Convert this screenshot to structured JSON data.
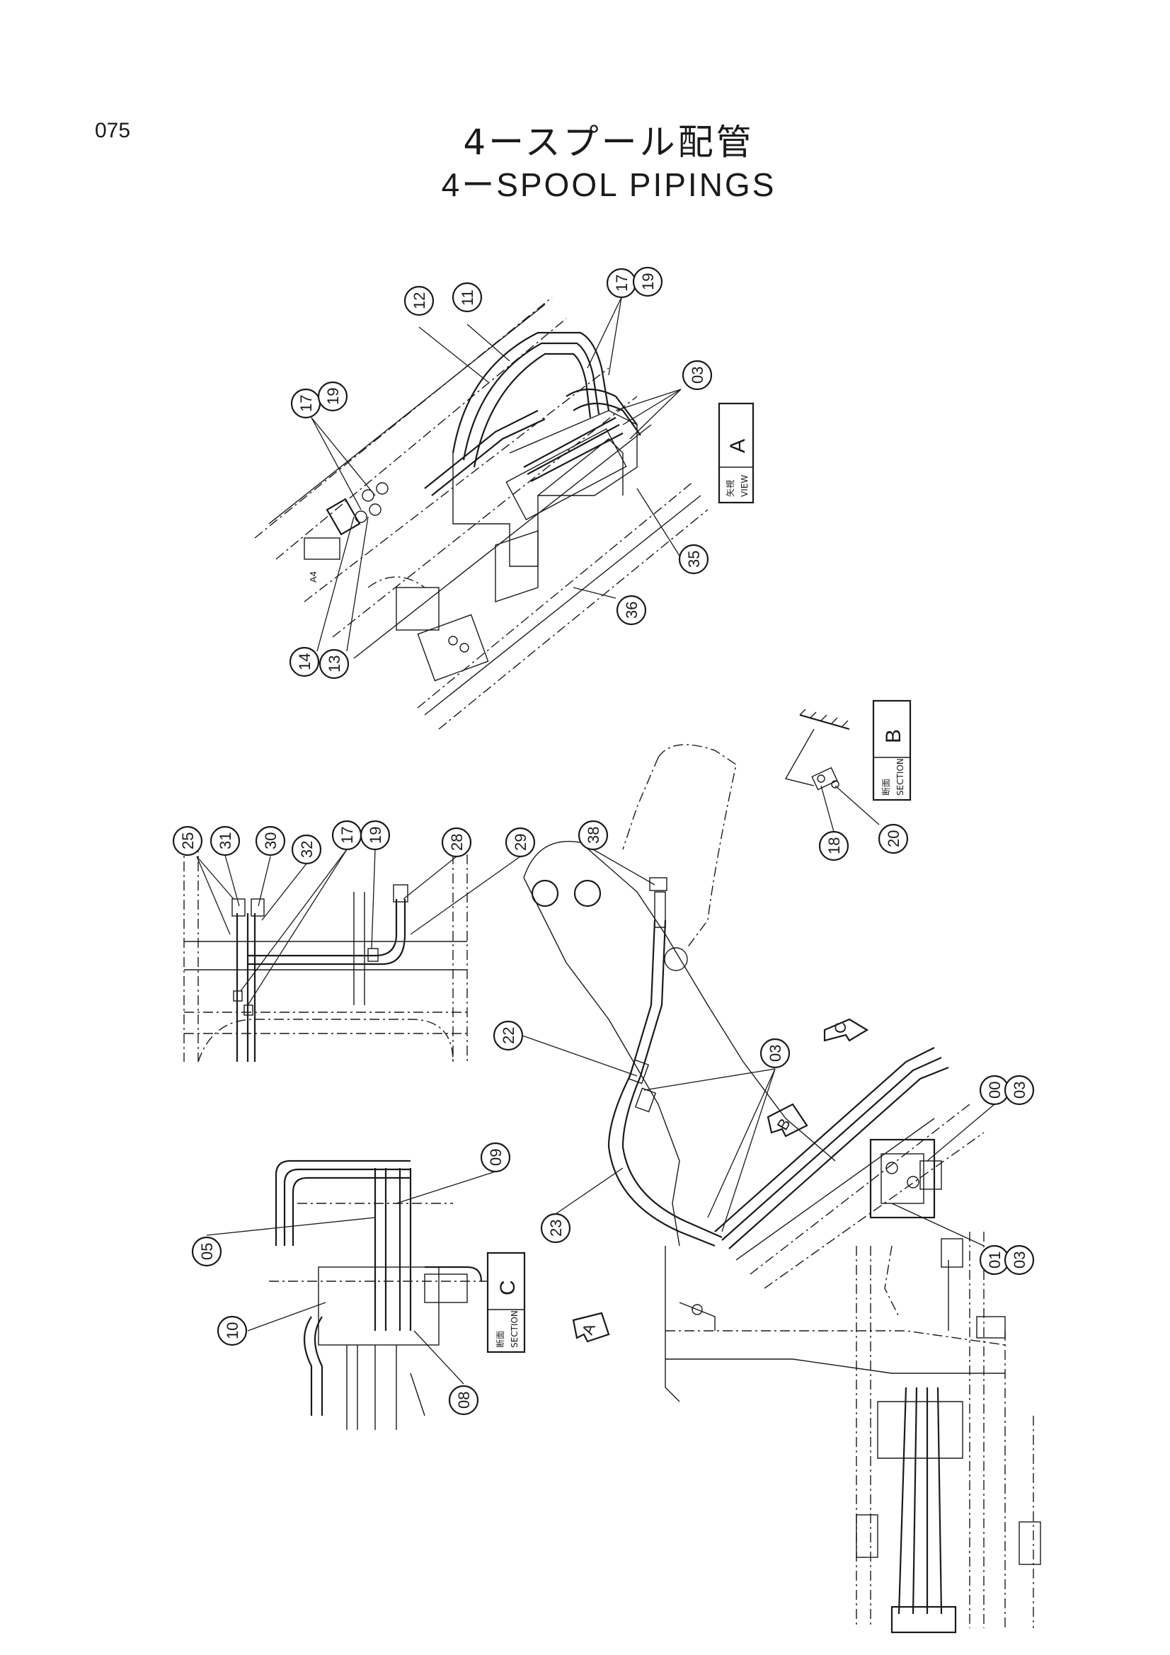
{
  "page_number": "075",
  "title_jp": "4ースプール配管",
  "title_en": "4ーSPOOL PIPINGS",
  "view_labels": {
    "view_a": {
      "letter": "A",
      "jp": "矢視",
      "en": "VIEW"
    },
    "section_b": {
      "letter": "B",
      "jp": "断面",
      "en": "SECTION"
    },
    "section_c": {
      "letter": "C",
      "jp": "断面",
      "en": "SECTION"
    }
  },
  "arrow_letters": {
    "a": "A",
    "b": "B",
    "c": "C"
  },
  "callouts": [
    {
      "id": "c12a",
      "text": "12"
    },
    {
      "id": "c11",
      "text": "11"
    },
    {
      "id": "c17a",
      "text": "17"
    },
    {
      "id": "c19a",
      "text": "19"
    },
    {
      "id": "c03a",
      "text": "03"
    },
    {
      "id": "c17b",
      "text": "17"
    },
    {
      "id": "c19b",
      "text": "19"
    },
    {
      "id": "c35",
      "text": "35"
    },
    {
      "id": "c36",
      "text": "36"
    },
    {
      "id": "c14",
      "text": "14"
    },
    {
      "id": "c13",
      "text": "13"
    },
    {
      "id": "c18",
      "text": "18"
    },
    {
      "id": "c20",
      "text": "20"
    },
    {
      "id": "c25",
      "text": "25"
    },
    {
      "id": "c31",
      "text": "31"
    },
    {
      "id": "c30",
      "text": "30"
    },
    {
      "id": "c32",
      "text": "32"
    },
    {
      "id": "c17c",
      "text": "17"
    },
    {
      "id": "c19c",
      "text": "19"
    },
    {
      "id": "c28",
      "text": "28"
    },
    {
      "id": "c29",
      "text": "29"
    },
    {
      "id": "c38",
      "text": "38"
    },
    {
      "id": "c22",
      "text": "22"
    },
    {
      "id": "c03b",
      "text": "03"
    },
    {
      "id": "c00",
      "text": "00"
    },
    {
      "id": "c03c",
      "text": "03"
    },
    {
      "id": "c23",
      "text": "23"
    },
    {
      "id": "c01",
      "text": "01"
    },
    {
      "id": "c03d",
      "text": "03"
    },
    {
      "id": "c05",
      "text": "05"
    },
    {
      "id": "c09",
      "text": "09"
    },
    {
      "id": "c10",
      "text": "10"
    },
    {
      "id": "c08",
      "text": "08"
    }
  ],
  "small_marks": {
    "a4": "A4"
  }
}
